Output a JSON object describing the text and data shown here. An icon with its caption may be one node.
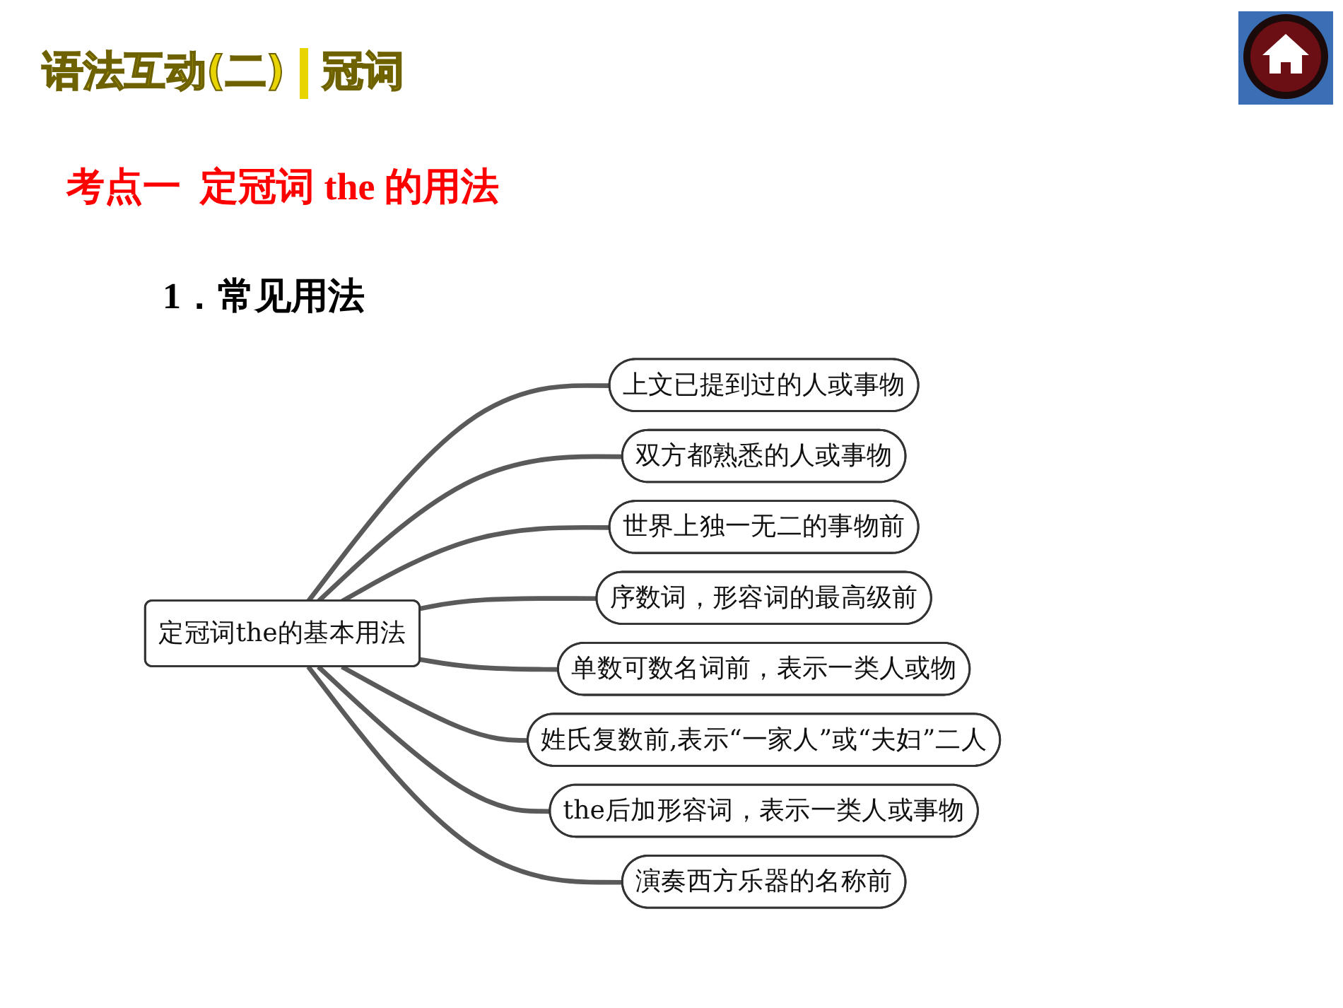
{
  "diagram": {
    "title": "考点一  定冠词 the 的用法",
    "nodes": [
      {
        "text": [
          "定冠词the的基本用法"
        ]
      },
      {
        "text": [
          "上文已提到过的人或事物"
        ]
      },
      {
        "text": [
          "双方都熟悉的人或事物"
        ]
      },
      {
        "text": [
          "世界上独一无二的事物前"
        ]
      },
      {
        "text": [
          "序数词，形容词的最高级前"
        ]
      },
      {
        "text": [
          "单数可数名词前，表示一类人或物"
        ]
      },
      {
        "text": [
          "姓氏复数前,表示“一家人”或“夫妇”二人"
        ]
      },
      {
        "text": [
          "the后加形容词，表示一类人或事物"
        ]
      },
      {
        "text": [
          "演奏西方乐器的名称前"
        ]
      }
    ],
    "edges": [
      {
        "from": 0,
        "to": 1,
        "arrow": "none"
      },
      {
        "from": 0,
        "to": 2,
        "arrow": "none"
      },
      {
        "from": 0,
        "to": 3,
        "arrow": "none"
      },
      {
        "from": 0,
        "to": 4,
        "arrow": "none"
      },
      {
        "from": 0,
        "to": 5,
        "arrow": "none"
      },
      {
        "from": 0,
        "to": 6,
        "arrow": "none"
      },
      {
        "from": 0,
        "to": 7,
        "arrow": "none"
      },
      {
        "from": 0,
        "to": 8,
        "arrow": "none"
      }
    ],
    "labels": [
      "语法互动(二)",
      "冠词",
      "1．常见用法"
    ]
  }
}
